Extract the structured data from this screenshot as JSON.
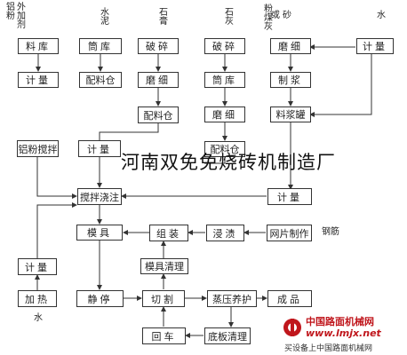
{
  "materials": {
    "aluminum_powder": "铝粉",
    "admixture": "外加剂",
    "cement": "水泥",
    "gypsum": "石膏",
    "lime": "石灰",
    "fly_ash": "粉煤灰",
    "or_word": "或",
    "sand": "砂",
    "water_top": "水",
    "rebar": "钢筋",
    "water_bottom": "水"
  },
  "nodes": {
    "material_storage": "料库",
    "meter_1": "计量",
    "silo": "筒库",
    "batch_bin_1": "配料仓",
    "crush_1": "破碎",
    "grind_1": "磨细",
    "batch_bin_2": "配料仓",
    "crush_2": "破碎",
    "silo_2": "筒库",
    "grind_2": "磨细",
    "batch_bin_3": "配料仓",
    "grind_3": "磨细",
    "slurry_making": "制浆",
    "slurry_tank": "料浆罐",
    "meter_water": "计量",
    "al_stirring": "铝粉搅拌",
    "meter_2": "计量",
    "mixing_pouring": "搅拌浇注",
    "meter_3": "计量",
    "mold": "模具",
    "assembly": "组装",
    "dipping": "浸渍",
    "mesh_making": "网片制作",
    "meter_4": "计量",
    "mold_cleaning": "模具清理",
    "heating": "加热",
    "static_curing": "静停",
    "cutting": "切割",
    "autoclave": "蒸压养护",
    "product": "成品",
    "return_cart": "回车",
    "bottom_plate_cleaning": "底板清理"
  },
  "watermark": "河南双免免烧砖机制造厂",
  "logo": {
    "line1": "中国路面机械网",
    "line2": "www.lmjx.net",
    "line3": "买设备上中国路面机械网"
  },
  "colors": {
    "logo_red": "#c0161c",
    "line": "#333333"
  }
}
